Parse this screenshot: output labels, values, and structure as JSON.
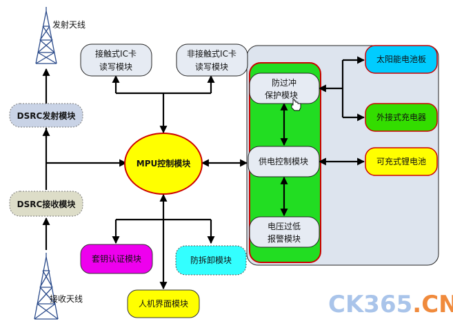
{
  "antenna_tx": "发射天线",
  "antenna_rx": "接收天线",
  "dsrc_tx": "DSRC发射模块",
  "dsrc_rx": "DSRC接收模块",
  "contact_ic_line1": "接触式IC卡",
  "contact_ic_line2": "读写模块",
  "contactless_ic_line1": "非接触式IC卡",
  "contactless_ic_line2": "读写模块",
  "mpu": "MPU控制模块",
  "esam": "套钥认证模块",
  "tamper": "防拆卸模块",
  "hmi": "人机界面模块",
  "overcharge_line1": "防过冲",
  "overcharge_line2": "保护模块",
  "power_ctrl": "供电控制模块",
  "lowvolt_line1": "电压过低",
  "lowvolt_line2": "报警模块",
  "solar": "太阳能电池板",
  "ext_charger": "外接式充电器",
  "battery": "可充式锂电池",
  "watermark": {
    "part1": "CK365",
    "dot": ".",
    "part2": "CN"
  },
  "colors": {
    "dsrc_tx_fill": "#c9d3e6",
    "dsrc_rx_fill": "#ddddc8",
    "light_box_fill": "#e6ebf3",
    "mpu_fill": "#ffff00",
    "esam_fill": "#ee00ee",
    "tamper_fill": "#33ffff",
    "hmi_fill": "#ffff00",
    "power_panel_fill": "#22dd22",
    "power_panel_border": "#cc0000",
    "solar_fill": "#00ccff",
    "charger_fill": "#33dd00",
    "battery_fill": "#ffff00",
    "watermark_blue": "#a9c4ea",
    "watermark_orange": "#f08a3c"
  }
}
